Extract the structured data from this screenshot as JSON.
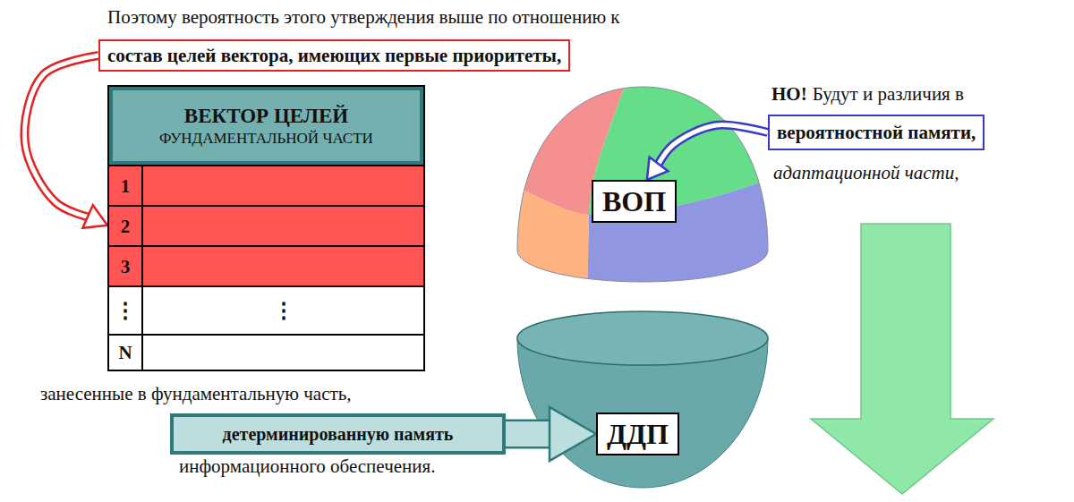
{
  "diagram": {
    "nodes": [
      {
        "text": [
          "состав целей вектора, имеющих первые приоритеты,"
        ]
      },
      {
        "text": [
          "ВЕКТОР ЦЕЛЕЙ",
          "ФУНДАМЕНТАЛЬНОЙ ЧАСТИ"
        ]
      },
      {
        "text": [
          "ВОП"
        ]
      },
      {
        "text": [
          "вероятностной памяти,"
        ]
      },
      {
        "text": [
          "детерминированную память"
        ]
      },
      {
        "text": [
          "ДДП"
        ]
      }
    ],
    "edges": [
      {
        "from": 0,
        "to": 1,
        "arrow": "to"
      },
      {
        "from": 3,
        "to": 2,
        "arrow": "to"
      },
      {
        "from": 4,
        "to": 5,
        "arrow": "to"
      }
    ],
    "labels": [
      "Поэтому вероятность этого утверждения выше по отношению к",
      "1",
      "2",
      "3",
      "⋮",
      "⋮",
      "N",
      "НО!",
      "Будут и различия в",
      "адаптационной части,",
      "занесенные в фундаментальную часть,",
      "информационного обеспечения."
    ]
  }
}
